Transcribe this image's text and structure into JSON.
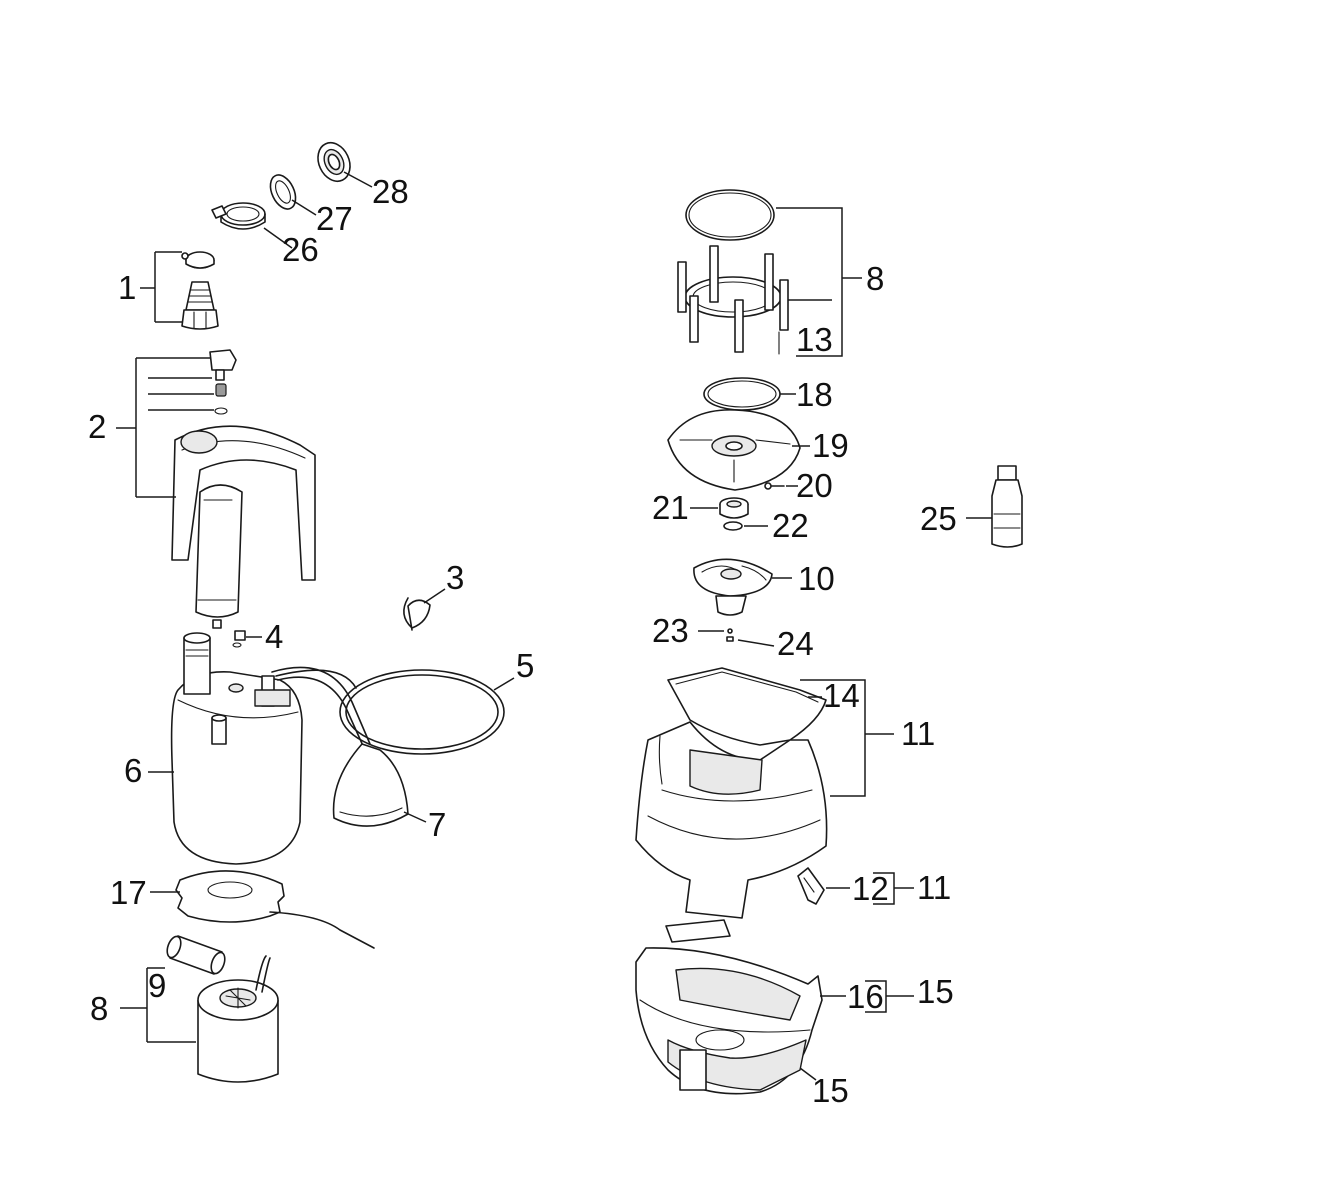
{
  "callouts": {
    "c1": "1",
    "c2": "2",
    "c3": "3",
    "c4": "4",
    "c5": "5",
    "c6": "6",
    "c7": "7",
    "c8_left": "8",
    "c9": "9",
    "c17": "17",
    "c26": "26",
    "c27": "27",
    "c28": "28",
    "c8_right": "8",
    "c13": "13",
    "c18": "18",
    "c19": "19",
    "c20": "20",
    "c21": "21",
    "c22": "22",
    "c10": "10",
    "c23": "23",
    "c24": "24",
    "c25": "25",
    "c14": "14",
    "c11_top": "11",
    "c12": "12",
    "c11_bottom": "11",
    "c16": "16",
    "c15_side": "15",
    "c15_bottom": "15"
  }
}
